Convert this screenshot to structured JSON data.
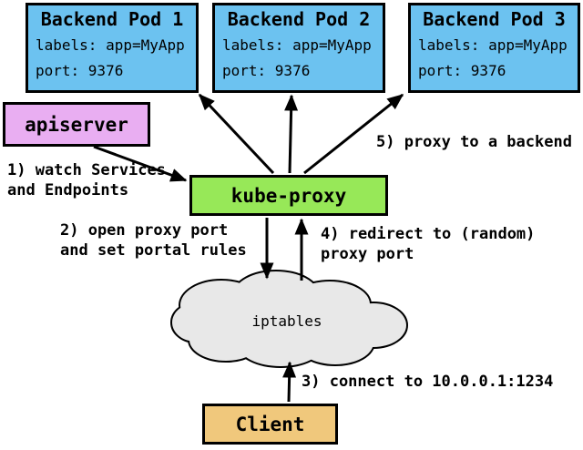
{
  "pods": [
    {
      "title": "Backend Pod 1",
      "labels": "labels: app=MyApp",
      "port": "port: 9376"
    },
    {
      "title": "Backend Pod 2",
      "labels": "labels: app=MyApp",
      "port": "port: 9376"
    },
    {
      "title": "Backend Pod 3",
      "labels": "labels: app=MyApp",
      "port": "port: 9376"
    }
  ],
  "nodes": {
    "apiserver": "apiserver",
    "kube_proxy": "kube-proxy",
    "iptables": "iptables",
    "client": "Client"
  },
  "annotations": {
    "step1": "1) watch Services\nand Endpoints",
    "step2": "2) open proxy port\nand set portal rules",
    "step3": "3) connect to 10.0.0.1:1234",
    "step4": "4) redirect to (random)\nproxy port",
    "step5": "5) proxy to a backend"
  },
  "colors": {
    "pod": "#6cc2f0",
    "apiserver": "#e9aef2",
    "kube_proxy": "#97e858",
    "client": "#f0c87c",
    "cloud": "#e8e8e8"
  }
}
